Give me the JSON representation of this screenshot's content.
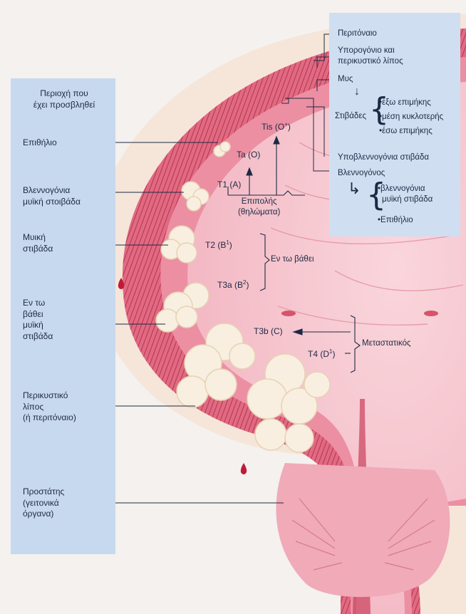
{
  "colors": {
    "panel": "#c7d9ee",
    "tissue": "#f3b8c4",
    "muscle": "#d9556f",
    "tumor": "#f8efe0",
    "line": "#1d2a44"
  },
  "left_panel": {
    "header": [
      "Περιοχή που",
      "έχει προσβληθεί"
    ],
    "items": [
      [
        "Επιθήλιο"
      ],
      [
        "Βλεννογόνια",
        "μυϊκή στοιβάδα"
      ],
      [
        "Μυική",
        "στιβάδα"
      ],
      [
        "Εν τω",
        "βάθει",
        "μυϊκή",
        "στιβάδα"
      ],
      [
        "Περικυστικό",
        "λίπος",
        "(ή περιτόναιο)"
      ],
      [
        "Προστάτης",
        "(γειτονικά",
        "όργανα)"
      ]
    ]
  },
  "right_panel": {
    "peritoneum": "Περιτόναιο",
    "subserosa": [
      "Υπορογόνιο και",
      "περικυστικό λίπος"
    ],
    "muscle": "Μυς",
    "layers_label": "Στιβάδες",
    "layers": [
      "•έξω επιμήκης",
      "•μέση κυκλοτερής",
      "•έσω επιμήκης"
    ],
    "submucosa": "Υποβλεννογόνια στιβάδα",
    "mucosa": "Βλεννογόνος",
    "mucosa_parts": [
      "•βλεννογόνια",
      "μυϊκή στιβάδα",
      "•Επιθήλιο"
    ]
  },
  "stages": {
    "tis": "Tis (O",
    "tis_sup": "+",
    "tis_end": ")",
    "ta": "Ta (O)",
    "t1": "T1 (A)",
    "t2": "T2 (B",
    "t2_sup": "1",
    "t2_end": ")",
    "t3a": "T3a (B",
    "t3a_sup": "2",
    "t3a_end": ")",
    "t3b": "T3b (C)",
    "t4": "T4 (D",
    "t4_sup": "1",
    "t4_end": ")"
  },
  "groups": {
    "papillary": [
      "Επιπολής",
      "(θηλώματα)"
    ],
    "deep": "Εν τω βάθει",
    "metastatic": "Μεταστατικός"
  }
}
